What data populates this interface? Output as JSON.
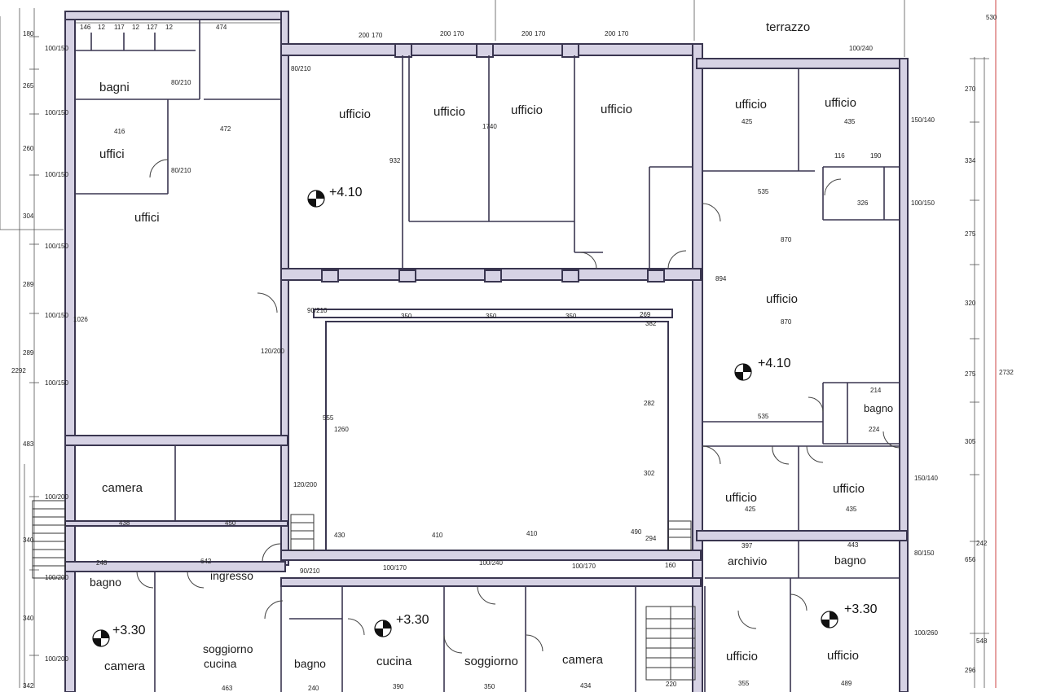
{
  "rooms": [
    {
      "id": "terrazzo",
      "label": "terrazzo"
    },
    {
      "id": "bagni",
      "label": "bagni"
    },
    {
      "id": "uffici-small",
      "label": "uffici"
    },
    {
      "id": "uffici-large",
      "label": "uffici"
    },
    {
      "id": "ufficio-a",
      "label": "ufficio"
    },
    {
      "id": "ufficio-b",
      "label": "ufficio"
    },
    {
      "id": "ufficio-c",
      "label": "ufficio"
    },
    {
      "id": "ufficio-d",
      "label": "ufficio"
    },
    {
      "id": "ufficio-ne1",
      "label": "ufficio"
    },
    {
      "id": "ufficio-ne2",
      "label": "ufficio"
    },
    {
      "id": "ufficio-e-large",
      "label": "ufficio"
    },
    {
      "id": "bagno-e",
      "label": "bagno"
    },
    {
      "id": "ufficio-se1",
      "label": "ufficio"
    },
    {
      "id": "ufficio-se2",
      "label": "ufficio"
    },
    {
      "id": "archivio",
      "label": "archivio"
    },
    {
      "id": "bagno-se",
      "label": "bagno"
    },
    {
      "id": "ufficio-s1",
      "label": "ufficio"
    },
    {
      "id": "ufficio-s2",
      "label": "ufficio"
    },
    {
      "id": "camera-w",
      "label": "camera"
    },
    {
      "id": "bagno-w",
      "label": "bagno"
    },
    {
      "id": "ingresso",
      "label": "ingresso"
    },
    {
      "id": "camera-sw",
      "label": "camera"
    },
    {
      "id": "soggiorno-cucina-1",
      "label": "soggiorno"
    },
    {
      "id": "soggiorno-cucina-2",
      "label": "cucina"
    },
    {
      "id": "bagno-s",
      "label": "bagno"
    },
    {
      "id": "cucina-s",
      "label": "cucina"
    },
    {
      "id": "soggiorno-s",
      "label": "soggiorno"
    },
    {
      "id": "camera-s",
      "label": "camera"
    }
  ],
  "levels": [
    {
      "id": "lvl-1",
      "label": "+4.10"
    },
    {
      "id": "lvl-2",
      "label": "+4.10"
    },
    {
      "id": "lvl-3",
      "label": "+3.30"
    },
    {
      "id": "lvl-4",
      "label": "+3.30"
    },
    {
      "id": "lvl-5",
      "label": "+3.30"
    }
  ],
  "dimensions": {
    "top_row": [
      "146",
      "12",
      "117",
      "12",
      "127",
      "12",
      "474"
    ],
    "top_windows": [
      "200",
      "170",
      "200",
      "170",
      "200",
      "170",
      "200",
      "170"
    ],
    "courtyard_spans": [
      "350",
      "350",
      "350",
      "269"
    ],
    "courtyard_bottom": [
      "430",
      "410",
      "410",
      "490"
    ],
    "center_heights": [
      "1260",
      "555",
      "282",
      "302",
      "294",
      "382"
    ],
    "overall_left": "2292",
    "overall_right": "2732",
    "right_chain": [
      "530",
      "270",
      "334",
      "275",
      "320",
      "275",
      "305",
      "242",
      "656",
      "548",
      "296"
    ],
    "left_chain": [
      "180",
      "265",
      "260",
      "304",
      "289",
      "289",
      "483",
      "340",
      "340",
      "342"
    ],
    "misc": [
      "416",
      "472",
      "1740",
      "932",
      "1026",
      "425",
      "435",
      "535",
      "870",
      "870",
      "535",
      "425",
      "435",
      "894",
      "438",
      "450",
      "642",
      "248",
      "397",
      "443",
      "355",
      "489",
      "463",
      "390",
      "434",
      "350",
      "220",
      "240",
      "326",
      "214",
      "224",
      "116",
      "190"
    ],
    "openings": [
      "100/150",
      "100/150",
      "100/150",
      "100/150",
      "100/150",
      "100/150",
      "100/200",
      "100/200",
      "100/200",
      "80/210",
      "80/210",
      "80/210",
      "90/210",
      "120/200",
      "120/200",
      "100/240",
      "150/140",
      "150/140",
      "100/150",
      "80/150",
      "100/260",
      "100/170",
      "100/240",
      "100/170",
      "90/210",
      "160"
    ]
  }
}
